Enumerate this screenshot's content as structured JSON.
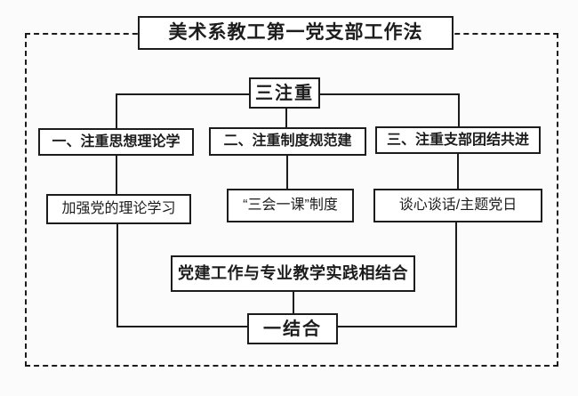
{
  "diagram": {
    "title": "美术系教工第一党支部工作法",
    "top_node": "三注重",
    "bottom_node": "一结合",
    "columns": [
      {
        "heading": "一、注重思想理论学",
        "detail": "加强党的理论学习"
      },
      {
        "heading": "二、注重制度规范建",
        "detail": "“三会一课”制度"
      },
      {
        "heading": "三、注重支部团结共进",
        "detail": "谈心谈话/主题党日"
      }
    ],
    "integration_node": "党建工作与专业教学实践相结合",
    "colors": {
      "line": "#1c1c1c",
      "background": "#fbfbfb",
      "box_bg": "#ffffff"
    }
  }
}
